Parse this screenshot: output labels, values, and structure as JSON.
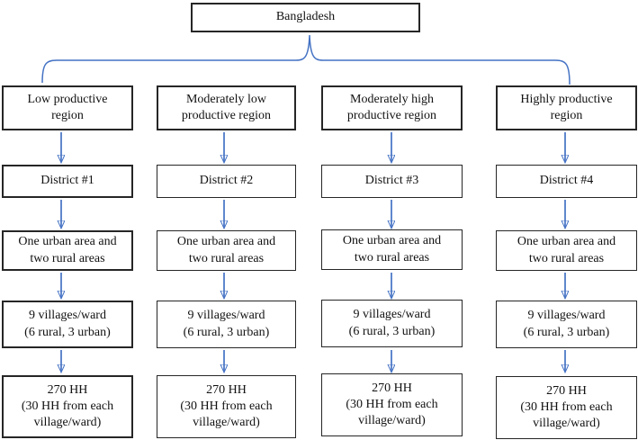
{
  "figure": {
    "root_label": "Bangladesh"
  },
  "colors": {
    "connector_blue": "#4472C4",
    "box_border": "#262626",
    "background": "#ffffff"
  },
  "columns": [
    {
      "region": "Low productive\nregion",
      "district": "District #1",
      "urban": "One urban area and\ntwo rural areas",
      "villages": "9 villages/ward\n(6 rural, 3 urban)",
      "households": "270 HH\n(30 HH from each\nvillage/ward)"
    },
    {
      "region": "Moderately low\nproductive region",
      "district": "District #2",
      "urban": "One urban area and\ntwo rural areas",
      "villages": "9 villages/ward\n(6 rural, 3 urban)",
      "households": "270 HH\n(30 HH from each\nvillage/ward)"
    },
    {
      "region": "Moderately high\nproductive region",
      "district": "District #3",
      "urban": "One urban area and\ntwo rural areas",
      "villages": "9 villages/ward\n(6 rural, 3 urban)",
      "households": "270 HH\n(30 HH from each\nvillage/ward)"
    },
    {
      "region": "Highly productive\nregion",
      "district": "District #4",
      "urban": "One urban area and\ntwo rural areas",
      "villages": "9 villages/ward\n(6 rural, 3 urban)",
      "households": "270 HH\n(30 HH from each\nvillage/ward)"
    }
  ]
}
